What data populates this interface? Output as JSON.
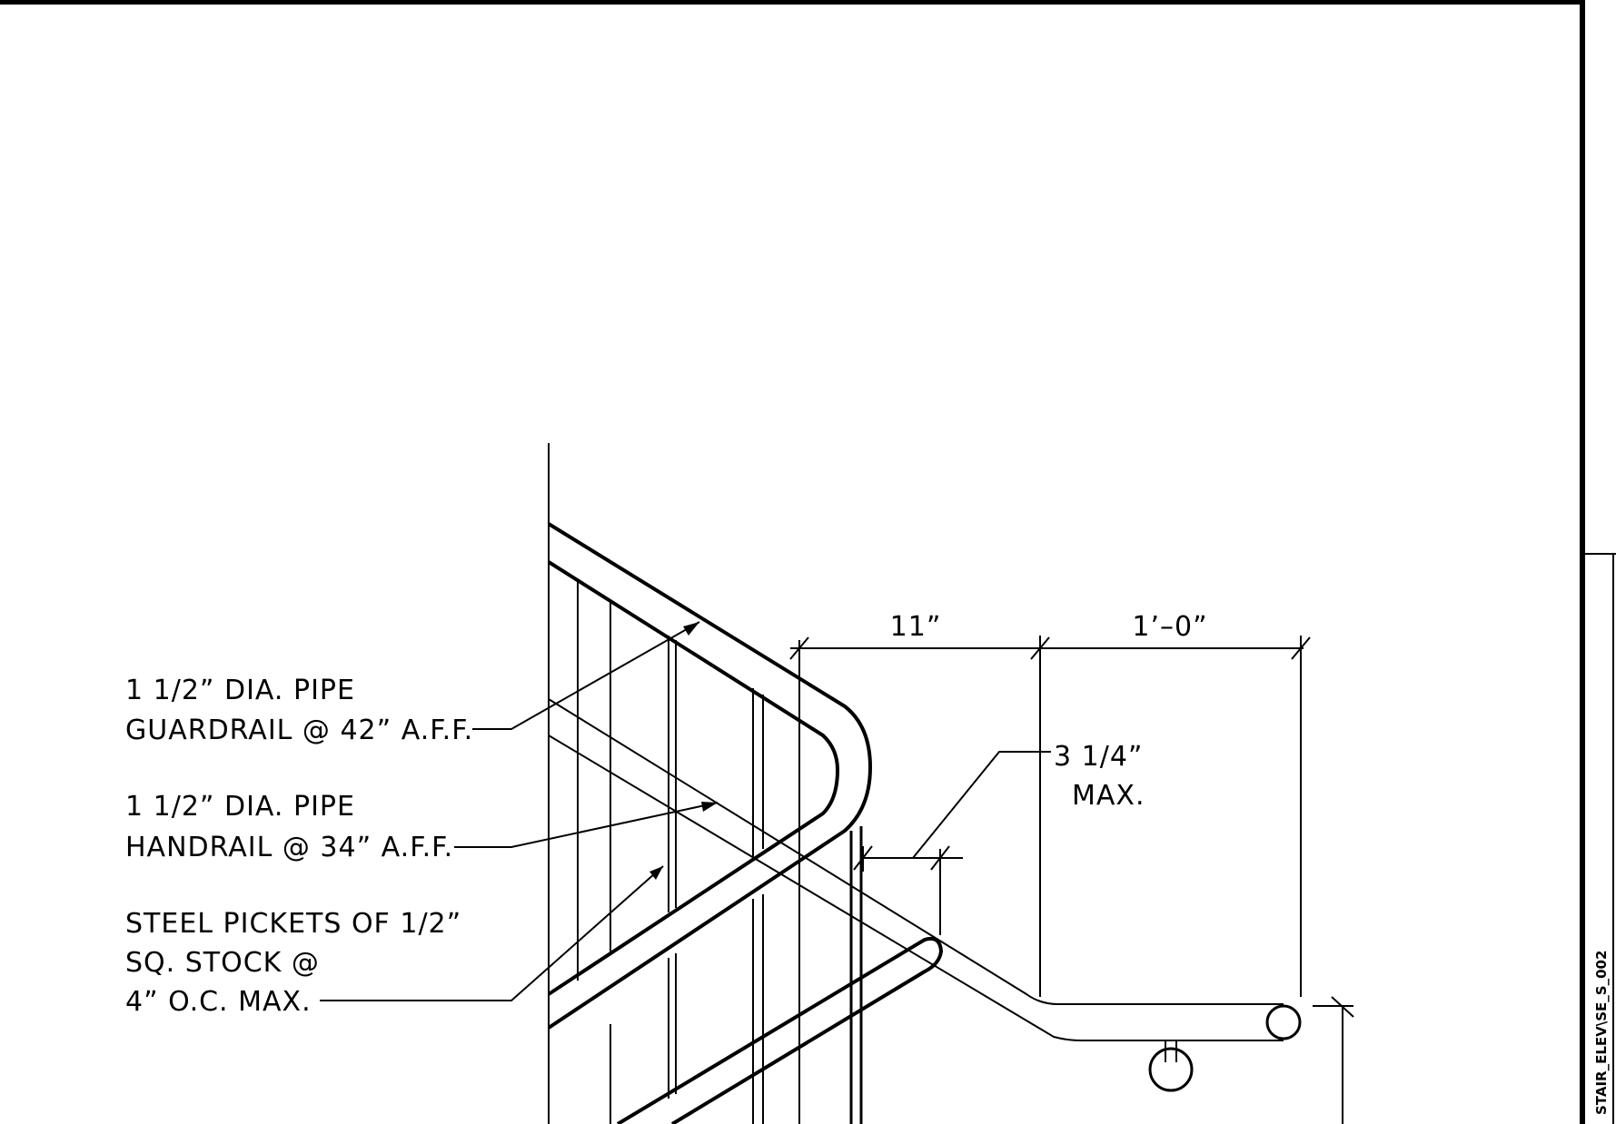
{
  "callouts": {
    "guardrail": {
      "line1": "1 1/2” DIA. PIPE",
      "line2": "GUARDRAIL @ 42” A.F.F."
    },
    "handrail": {
      "line1": "1 1/2” DIA. PIPE",
      "line2": "HANDRAIL @ 34” A.F.F."
    },
    "pickets": {
      "line1": "STEEL PICKETS OF 1/2”",
      "line2": "SQ. STOCK @",
      "line3": "4” O.C. MAX."
    }
  },
  "dimensions": {
    "tread": "11”",
    "extension": "1’–0”",
    "clearance_value": "3 1/4”",
    "clearance_label": "MAX."
  },
  "title_block": {
    "drawing_id": "STAIR_ELEV\\SE_S_002"
  }
}
